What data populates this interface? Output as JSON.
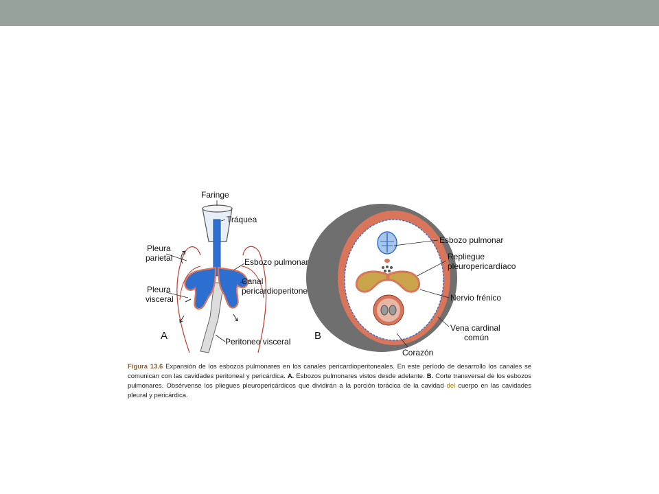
{
  "colors": {
    "top_bar": "#97a39a",
    "airway": "#2d6fd0",
    "airway_light": "#a9c6e8",
    "mesoderm": "#d9755a",
    "pleura": "#c0392b",
    "embryo_wall": "#6f6f6f",
    "cavity": "#ffffff",
    "fold": "#c9a44a"
  },
  "panel_a": {
    "letter": "A",
    "labels": {
      "faringe": "Faringe",
      "traquea": "Tráquea",
      "pleura_parietal_1": "Pleura",
      "pleura_parietal_2": "parietal",
      "esbozo_pulmonar": "Esbozo pulmonar",
      "canal_1": "Canal",
      "canal_2": "pericardioperitoneal",
      "pleura_visceral_1": "Pleura",
      "pleura_visceral_2": "visceral",
      "peritoneo_visceral": "Peritoneo visceral"
    }
  },
  "panel_b": {
    "letter": "B",
    "labels": {
      "esbozo_pulmonar": "Esbozo pulmonar",
      "repliegue_1": "Repliegue",
      "repliegue_2": "pleuropericardíaco",
      "nervio_frenico": "Nervio frénico",
      "vena_cardinal_1": "Vena cardinal",
      "vena_cardinal_2": "común",
      "corazon": "Corazón"
    }
  },
  "caption": {
    "figure_number": "Figura 13.6",
    "text_1": " Expansión de los esbozos pulmonares en los canales pericardioperitoneales. En este período de desarrollo los canales se comunican con las cavidades peritoneal y pericárdica. ",
    "bold_a": "A.",
    "text_2": " Esbozos pulmonares vistos desde adelante. ",
    "bold_b": "B.",
    "text_3": " Corte transversal de los esbozos pulmonares. Obsérvense los pliegues pleuropericárdicos que dividirán a la porción torácica de la cavidad ",
    "highlight": "del",
    "text_4": " cuerpo en las cavidades pleural y pericárdica."
  }
}
